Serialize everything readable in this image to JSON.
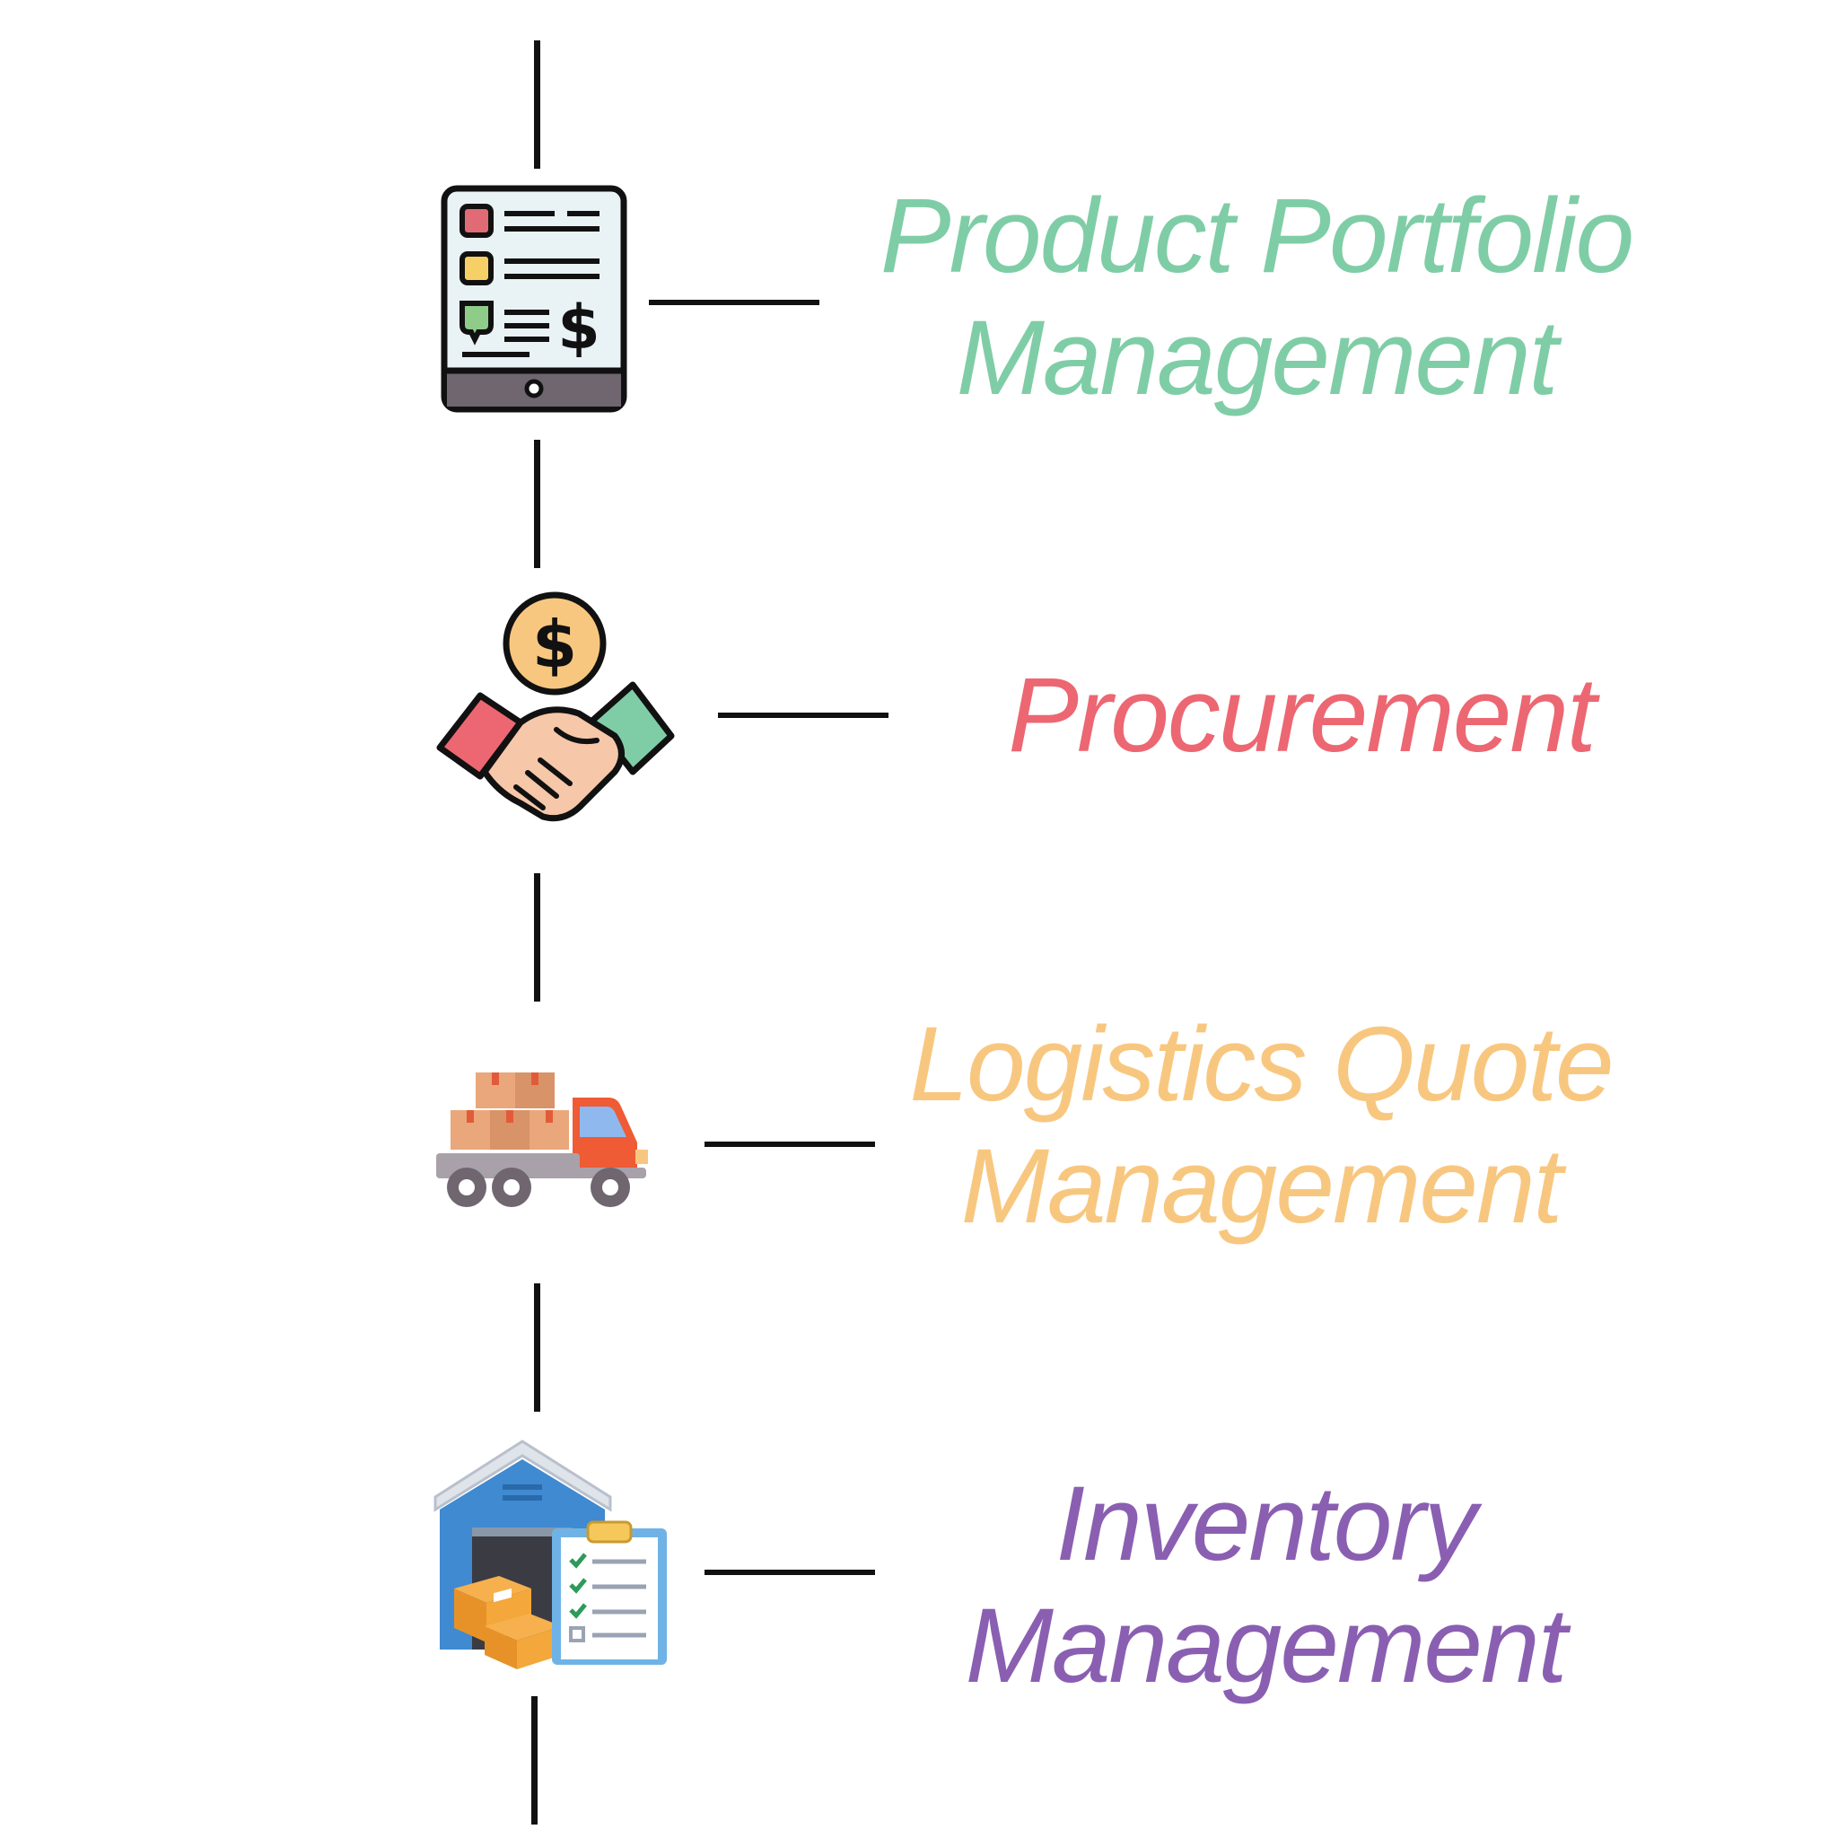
{
  "items": [
    {
      "label_line1": "Product Portfolio",
      "label_line2": "Management",
      "color": "#7fcda6",
      "icon": "tablet-price-list-icon"
    },
    {
      "label_line1": "Procurement",
      "label_line2": "",
      "color": "#ec6772",
      "icon": "handshake-dollar-icon"
    },
    {
      "label_line1": "Logistics Quote",
      "label_line2": "Management",
      "color": "#f8c77f",
      "icon": "delivery-truck-icon"
    },
    {
      "label_line1": "Inventory",
      "label_line2": "Management",
      "color": "#8a5fb2",
      "icon": "warehouse-checklist-icon"
    }
  ]
}
